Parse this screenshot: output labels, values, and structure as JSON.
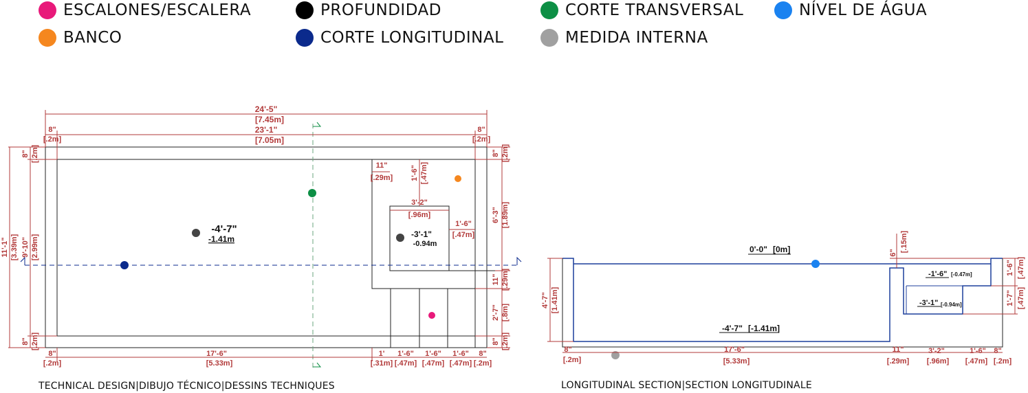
{
  "legend": {
    "items": [
      {
        "label": "ESCALONES/ESCALERA",
        "color": "#e8197a"
      },
      {
        "label": "BANCO",
        "color": "#f5871f"
      },
      {
        "label": "PROFUNDIDAD",
        "color": "#000000"
      },
      {
        "label": "CORTE LONGITUDINAL",
        "color": "#0b2a8c"
      },
      {
        "label": "CORTE TRANSVERSAL",
        "color": "#0d8f45"
      },
      {
        "label": "MEDIDA INTERNA",
        "color": "#a0a0a0"
      },
      {
        "label": "NÍVEL DE ÁGUA",
        "color": "#1a82f0"
      }
    ]
  },
  "plan": {
    "caption": "TECHNICAL DESIGN|DIBUJO TÉCNICO|DESSINS TECHNIQUES",
    "overall_width": {
      "ft": "24'-5\"",
      "m": "[7.45m]"
    },
    "inner_width": {
      "ft": "23'-1\"",
      "m": "[7.05m]"
    },
    "wall_left": {
      "ft": "8\"",
      "m": "[.2m]"
    },
    "wall_right": {
      "ft": "8\"",
      "m": "[.2m]"
    },
    "overall_height": {
      "ft": "11'-1\"",
      "m": "[3.39m]"
    },
    "inner_height": {
      "ft": "9'-10\"",
      "m": "[2.99m]"
    },
    "wall_top_left": {
      "ft": "8\"",
      "m": "[.2m]"
    },
    "wall_bottom_left": {
      "ft": "8\"",
      "m": "[.2m]"
    },
    "wall_top_right": {
      "ft": "8\"",
      "m": "[.2m]"
    },
    "right_upper": {
      "ft": "6'-3\"",
      "m": "[1.89m]"
    },
    "right_mid": {
      "ft": "11\"",
      "m": "[.29m]"
    },
    "right_lower": {
      "ft": "2'-7\"",
      "m": "[.8m]"
    },
    "wall_bottom_right": {
      "ft": "8\"",
      "m": "[.2m]"
    },
    "bench_gap_x": {
      "ft": "11\"",
      "m": "[.29m]"
    },
    "bench_gap_y": {
      "ft": "1'-6\"",
      "m": "[.47m]"
    },
    "bench_width": {
      "ft": "3'-2\"",
      "m": "[.96m]"
    },
    "bench_side": {
      "ft": "1'-6\"",
      "m": "[.47m]"
    },
    "depth_main": {
      "ft": "-4'-7\"",
      "m": "-1.41m"
    },
    "depth_bench": {
      "ft": "-3'-1\"",
      "m": "-0.94m"
    },
    "bottom_main": {
      "ft": "17'-6\"",
      "m": "[5.33m]"
    },
    "bottom_wall_left": {
      "ft": "8\"",
      "m": "[.2m]"
    },
    "bottom_steps": [
      {
        "ft": "1'",
        "m": "[.31m]"
      },
      {
        "ft": "1'-6\"",
        "m": "[.47m]"
      },
      {
        "ft": "1'-6\"",
        "m": "[.47m]"
      },
      {
        "ft": "1'-6\"",
        "m": "[.47m]"
      },
      {
        "ft": "8\"",
        "m": "[.2m]"
      }
    ]
  },
  "section": {
    "caption": "LONGITUDINAL SECTION|SECTION LONGITUDINALE",
    "water_level": {
      "ft": "0'-0\"",
      "m": "[0m]"
    },
    "depth_main": {
      "ft": "-4'-7\"",
      "m": "[-1.41m]"
    },
    "step1": {
      "ft": "-1'-6\"",
      "m": "[-0.47m]"
    },
    "step2": {
      "ft": "-3'-1\"",
      "m": "[-0.94m]"
    },
    "height": {
      "ft": "4'-7\"",
      "m": "[1.41m]"
    },
    "top_offset": {
      "ft": "6\"",
      "m": "[.15m]"
    },
    "right_upper": {
      "ft": "1'-6\"",
      "m": "[.47m]"
    },
    "right_lower": {
      "ft": "1'-7\"",
      "m": "[.47m]"
    },
    "bottom_wall_left": {
      "ft": "8\"",
      "m": "[.2m]"
    },
    "bottom_main": {
      "ft": "17'-6\"",
      "m": "[5.33m]"
    },
    "bottom_gap": {
      "ft": "11\"",
      "m": "[.29m]"
    },
    "bottom_bench": {
      "ft": "3'-2\"",
      "m": "[.96m]"
    },
    "bottom_step": {
      "ft": "1'-6\"",
      "m": "[.47m]"
    },
    "bottom_wall_right": {
      "ft": "8\"",
      "m": "[.2m]"
    }
  }
}
